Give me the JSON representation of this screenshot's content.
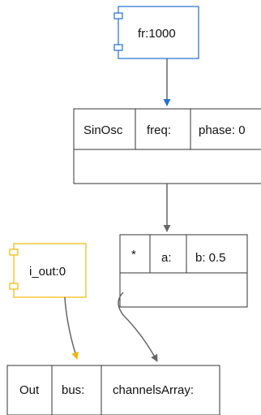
{
  "nodes": {
    "fr": {
      "label": "fr:1000",
      "color": "#1f6fd1"
    },
    "sinosc": {
      "cells": [
        "SinOsc",
        "freq:",
        "phase: 0"
      ]
    },
    "mul": {
      "cells": [
        "*",
        "a:",
        "b: 0.5"
      ]
    },
    "iout": {
      "label": "i_out:0",
      "color": "#f2b705"
    },
    "out": {
      "cells": [
        "Out",
        "bus:",
        "channelsArray:"
      ]
    }
  },
  "edges": {
    "fr_to_freq": {
      "color": "#1f6fd1"
    },
    "sinosc_to_a": {
      "color": "#666666"
    },
    "mul_to_channels": {
      "color": "#666666"
    },
    "iout_to_bus": {
      "color": "#f2b705"
    }
  }
}
